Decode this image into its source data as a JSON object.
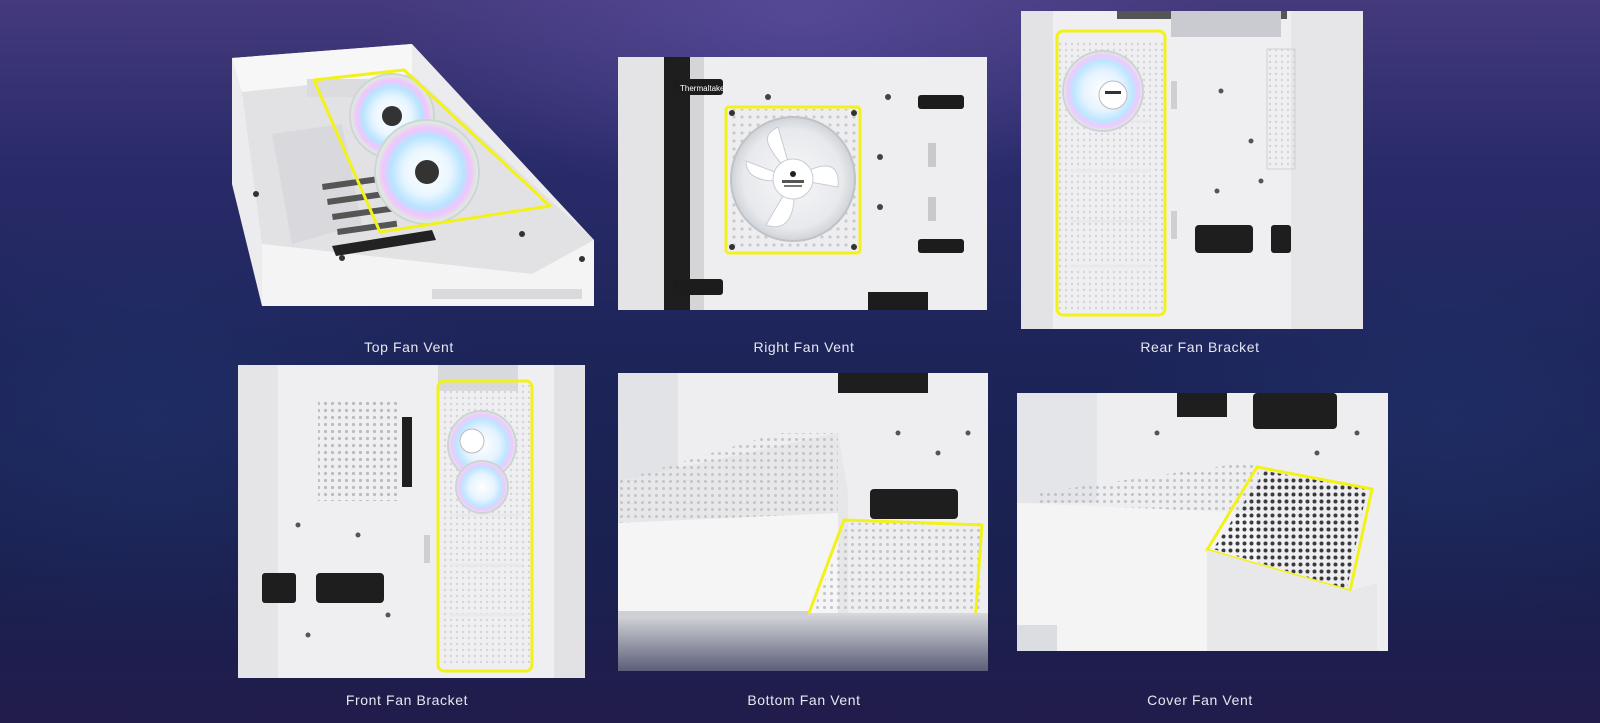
{
  "panels": [
    {
      "caption": "Top Fan Vent"
    },
    {
      "caption": "Right Fan Vent"
    },
    {
      "caption": "Rear Fan Bracket"
    },
    {
      "caption": "Front Fan Bracket"
    },
    {
      "caption": "Bottom Fan Vent"
    },
    {
      "caption": "Cover Fan Vent"
    }
  ],
  "colors": {
    "highlight": "#f2f21a",
    "case_white": "#f0f0f1",
    "background_top": "#443a7c",
    "background_bottom": "#1a2150",
    "caption_text": "#e6e8f0"
  }
}
